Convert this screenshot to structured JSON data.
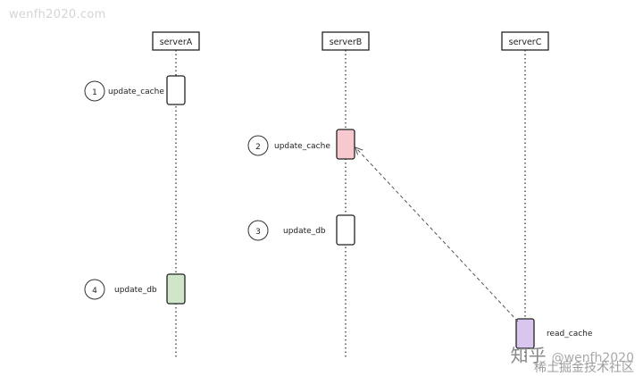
{
  "watermark_top": "wenfh2020.com",
  "watermark_bottom": {
    "brand": "知乎",
    "handle": "@wenfh2020",
    "sub": "稀土掘金技术社区"
  },
  "servers": [
    {
      "id": "a",
      "label": "serverA"
    },
    {
      "id": "b",
      "label": "serverB"
    },
    {
      "id": "c",
      "label": "serverC"
    }
  ],
  "steps": [
    {
      "number": "1",
      "label": "update_cache",
      "server": "serverA",
      "color": "#ffffff"
    },
    {
      "number": "2",
      "label": "update_cache",
      "server": "serverB",
      "color": "#f8c8cf"
    },
    {
      "number": "3",
      "label": "update_db",
      "server": "serverB",
      "color": "#ffffff"
    },
    {
      "number": "4",
      "label": "update_db",
      "server": "serverA",
      "color": "#cfe6c8"
    }
  ],
  "read_step": {
    "label": "read_cache",
    "server": "serverC",
    "color": "#d9c6ee"
  },
  "arrow": {
    "from": "serverC read_cache",
    "to": "serverB update_cache",
    "style": "dashed"
  }
}
